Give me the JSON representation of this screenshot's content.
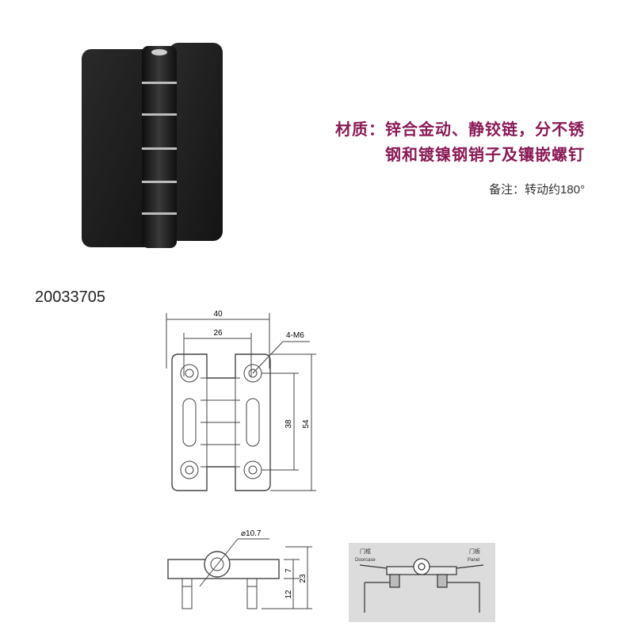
{
  "product": {
    "material_line1": "材质：锌合金动、静铰链，分不锈",
    "material_line2": "钢和镀镍钢销子及镶嵌螺钉",
    "note": "备注：转动约180°",
    "model_number": "20033705"
  },
  "drawing": {
    "dim_width": "40",
    "dim_inner": "26",
    "dim_hole_spacing": "38",
    "dim_height": "54",
    "screw_callout": "4-M6",
    "dim_pin_diameter": "⌀10.7",
    "dim_thickness": "7",
    "dim_stud": "12",
    "dim_total_height": "23"
  },
  "install_diagram": {
    "label_door_frame_cn": "门框",
    "label_door_frame_en": "Doorcase",
    "label_panel_cn": "门板",
    "label_panel_en": "Panel"
  },
  "colors": {
    "accent": "#8a1a55",
    "hinge_body": "#1c1c1c",
    "line": "#444444"
  }
}
